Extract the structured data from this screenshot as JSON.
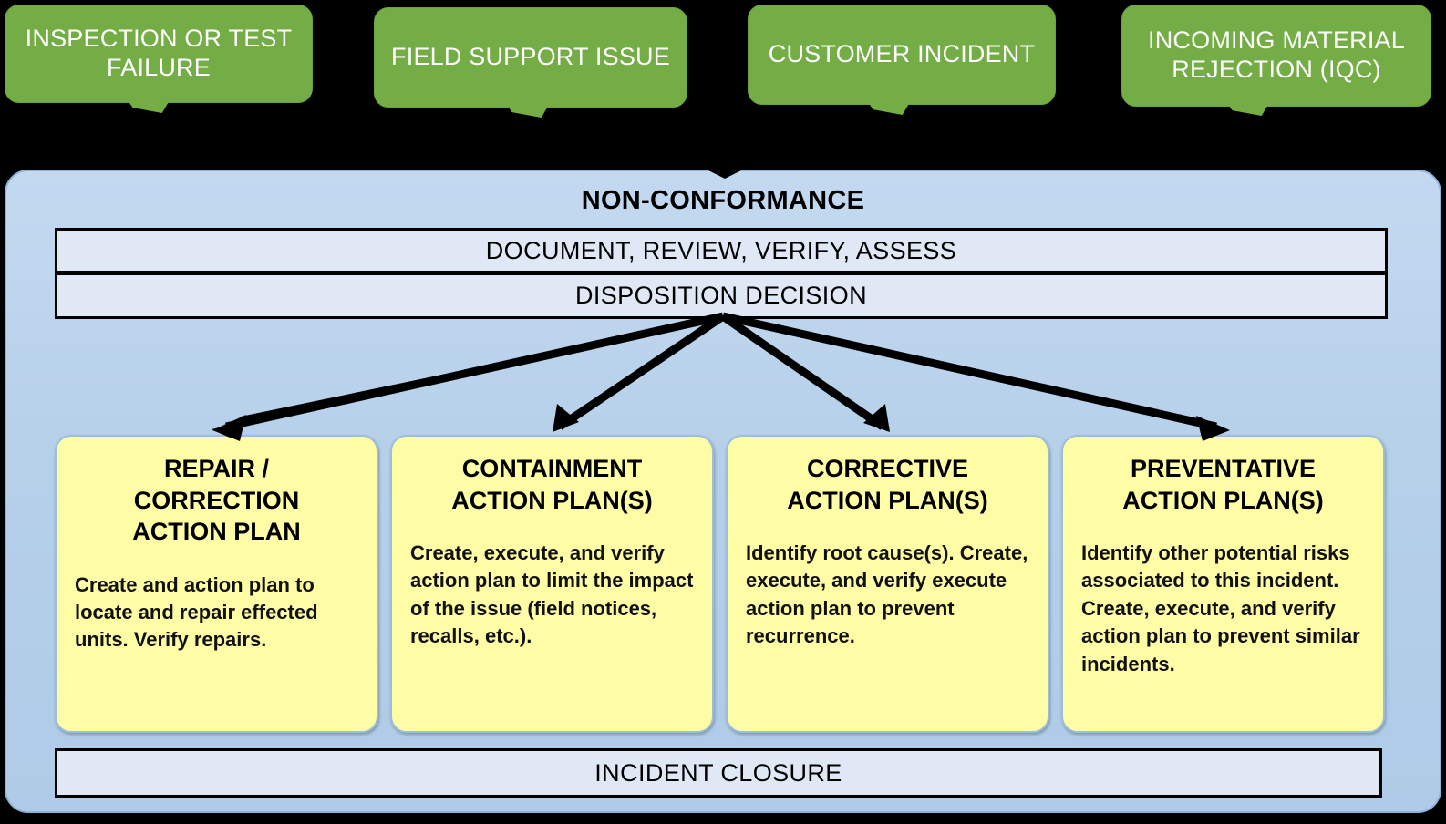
{
  "diagram": {
    "title": "NON-CONFORMANCE",
    "triggers": [
      {
        "label": "INSPECTION OR TEST FAILURE"
      },
      {
        "label": "FIELD SUPPORT ISSUE"
      },
      {
        "label": "CUSTOMER INCIDENT"
      },
      {
        "label": "INCOMING MATERIAL REJECTION (IQC)"
      }
    ],
    "stages": {
      "document": "DOCUMENT, REVIEW, VERIFY, ASSESS",
      "disposition": "DISPOSITION  DECISION",
      "closure": "INCIDENT CLOSURE"
    },
    "actions": [
      {
        "title": "REPAIR /\nCORRECTION\nACTION PLAN",
        "description": "Create and action plan to locate and repair effected units.  Verify repairs."
      },
      {
        "title": "CONTAINMENT\nACTION PLAN(S)",
        "description": "Create, execute, and verify action plan to limit the impact of the issue (field notices, recalls, etc.)."
      },
      {
        "title": "CORRECTIVE\nACTION PLAN(S)",
        "description": "Identify root cause(s). Create, execute, and verify execute action plan to prevent recurrence."
      },
      {
        "title": "PREVENTATIVE\nACTION PLAN(S)",
        "description": "Identify other potential risks associated to this incident.  Create, execute, and verify action plan to prevent similar incidents."
      }
    ],
    "colors": {
      "background": "#000000",
      "trigger_green": "#74AD46",
      "panel_blue": "#B6D0EA",
      "stage_bar_blue": "#DFE8F4",
      "action_yellow": "#FFFCA6",
      "arrow_black": "#000000",
      "trigger_text": "#FFFFFF"
    }
  }
}
